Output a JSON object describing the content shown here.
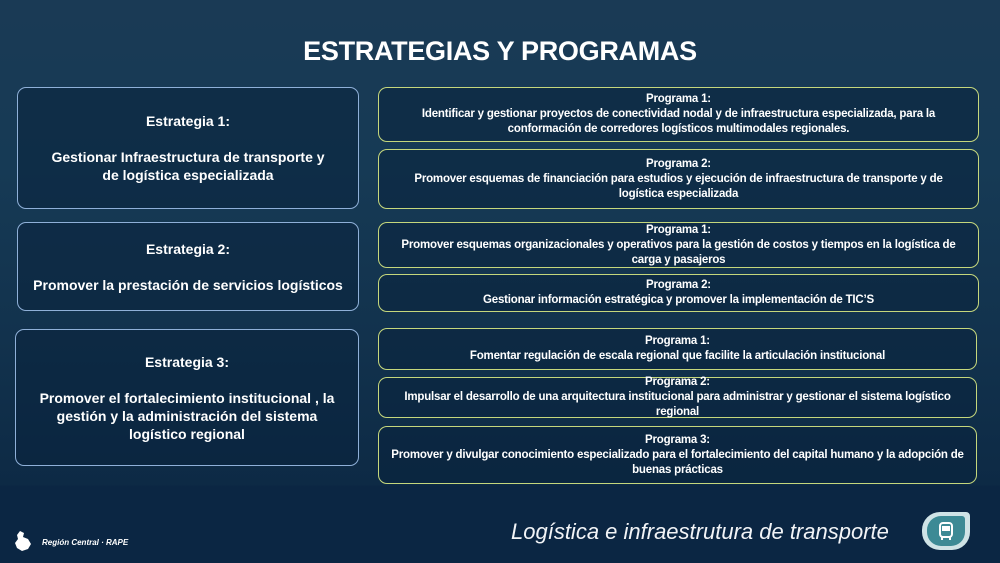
{
  "title": "ESTRATEGIAS Y PROGRAMAS",
  "strategies": [
    {
      "label": "Estrategia 1:",
      "text": "Gestionar Infraestructura de transporte y de logística especializada",
      "programs": [
        {
          "label": "Programa 1:",
          "text": "Identificar y gestionar proyectos de conectividad nodal y de infraestructura especializada, para la conformación de corredores logísticos multimodales regionales."
        },
        {
          "label": "Programa 2:",
          "text": "Promover esquemas de financiación para  estudios y  ejecución de infraestructura  de transporte y de logística especializada"
        }
      ]
    },
    {
      "label": "Estrategia 2:",
      "text": "Promover la prestación de servicios logísticos",
      "programs": [
        {
          "label": "Programa 1:",
          "text": "Promover esquemas organizacionales  y operativos para la gestión de  costos y  tiempos en la logística de carga y  pasajeros"
        },
        {
          "label": "Programa 2:",
          "text": "Gestionar información estratégica y promover la  implementación de TIC’S"
        }
      ]
    },
    {
      "label": "Estrategia 3:",
      "text": "Promover el fortalecimiento institucional , la gestión y la administración del sistema logístico regional",
      "programs": [
        {
          "label": "Programa 1:",
          "text": "Fomentar regulación de escala regional que facilite  la articulación institucional"
        },
        {
          "label": "Programa 2:",
          "text": "Impulsar el desarrollo de una arquitectura institucional para administrar y gestionar el sistema logístico regional"
        },
        {
          "label": "Programa 3:",
          "text": "Promover y divulgar conocimiento especializado para el fortalecimiento del capital humano y la adopción de buenas prácticas"
        }
      ]
    }
  ],
  "footer": {
    "brand": "Región Central · RAPE",
    "section": "Logística e infraestrutura de transporte"
  }
}
